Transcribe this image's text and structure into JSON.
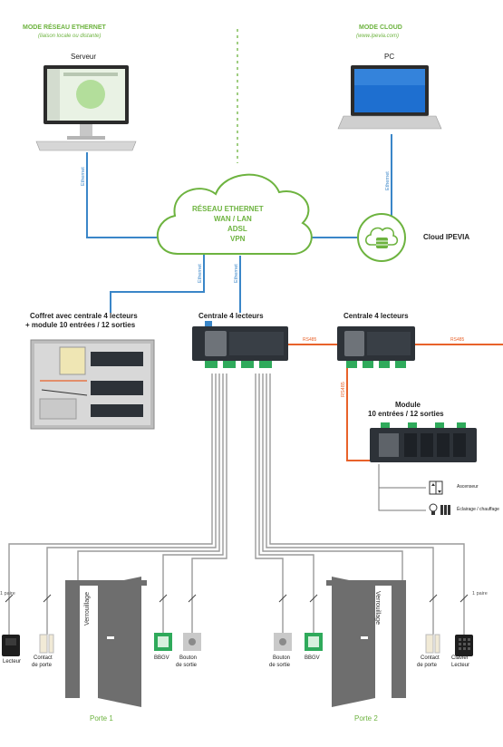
{
  "left_header": {
    "title": "MODE RÉSEAU ETHERNET",
    "subtitle": "(liaison locale ou distante)"
  },
  "right_header": {
    "title": "MODE CLOUD",
    "subtitle": "(www.ipevia.com)"
  },
  "server": {
    "label": "Serveur",
    "link": "Ethernet"
  },
  "pc": {
    "label": "PC",
    "link": "Ethernet"
  },
  "cloud": {
    "lines": [
      "RÉSEAU ETHERNET",
      "WAN / LAN",
      "ADSL",
      "VPN"
    ]
  },
  "cloud_ipevia": {
    "label": "Cloud IPEVIA"
  },
  "links": {
    "ethernet_a": "Ethernet",
    "ethernet_b": "Ethernet"
  },
  "cabinet": {
    "line1": "Coffret avec centrale 4 lecteurs",
    "line2": "+ module 10 entrées / 12 sorties"
  },
  "centrale1": {
    "label": "Centrale 4 lecteurs"
  },
  "centrale2": {
    "label": "Centrale 4 lecteurs"
  },
  "bus": {
    "rs485_a": "RS485",
    "rs485_b": "RS485",
    "rs485_v": "RS485"
  },
  "module": {
    "line1": "Module",
    "line2": "10 entrées / 12 sorties"
  },
  "outputs": {
    "ascenseur": "Ascenseur",
    "eclairage": "Éclairage / chauffage"
  },
  "door1": {
    "name": "Porte 1",
    "verrouillage": "Verrouillage",
    "pair_label": "1 paire",
    "lecteur": "Lecteur",
    "contact_l1": "Contact",
    "contact_l2": "de porte",
    "bbgv": "BBGV",
    "bouton_l1": "Bouton",
    "bouton_l2": "de sortie"
  },
  "door2": {
    "name": "Porte 2",
    "verrouillage": "Verrouillage",
    "pair_label": "1 paire",
    "bouton_l1": "Bouton",
    "bouton_l2": "de sortie",
    "bbgv": "BBGV",
    "contact_l1": "Contact",
    "contact_l2": "de porte",
    "clavier_l1": "Clavier",
    "clavier_l2": "Lecteur"
  },
  "colors": {
    "green": "#6db33f",
    "ethernet_blue": "#3a86c8",
    "rs485_orange": "#e8622a",
    "wire_gray": "#9a9a9a",
    "door_gray": "#6e6e6e"
  }
}
